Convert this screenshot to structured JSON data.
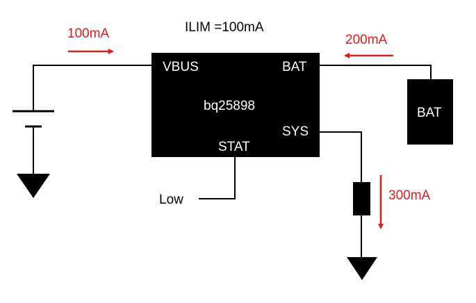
{
  "ilim_label": "ILIM =100mA",
  "chip": {
    "name": "bq25898",
    "pin_vbus": "VBUS",
    "pin_bat": "BAT",
    "pin_sys": "SYS",
    "pin_stat": "STAT"
  },
  "battery_label": "BAT",
  "stat_level_label": "Low",
  "currents": {
    "vbus": "100mA",
    "bat": "200mA",
    "sys": "300mA"
  },
  "colors": {
    "current_arrow": "#e11b1b",
    "component": "#000000",
    "background": "#ffffff"
  }
}
